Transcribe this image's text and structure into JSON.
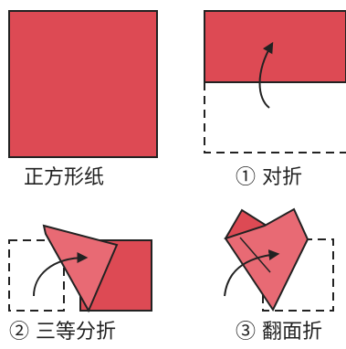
{
  "colors": {
    "paper": "#dd4a54",
    "paper_light": "#e86a74",
    "outline": "#222222"
  },
  "steps": [
    {
      "caption": "正方形纸"
    },
    {
      "caption": "① 对折"
    },
    {
      "caption": "② 三等分折"
    },
    {
      "caption": "③ 翻面折"
    }
  ]
}
